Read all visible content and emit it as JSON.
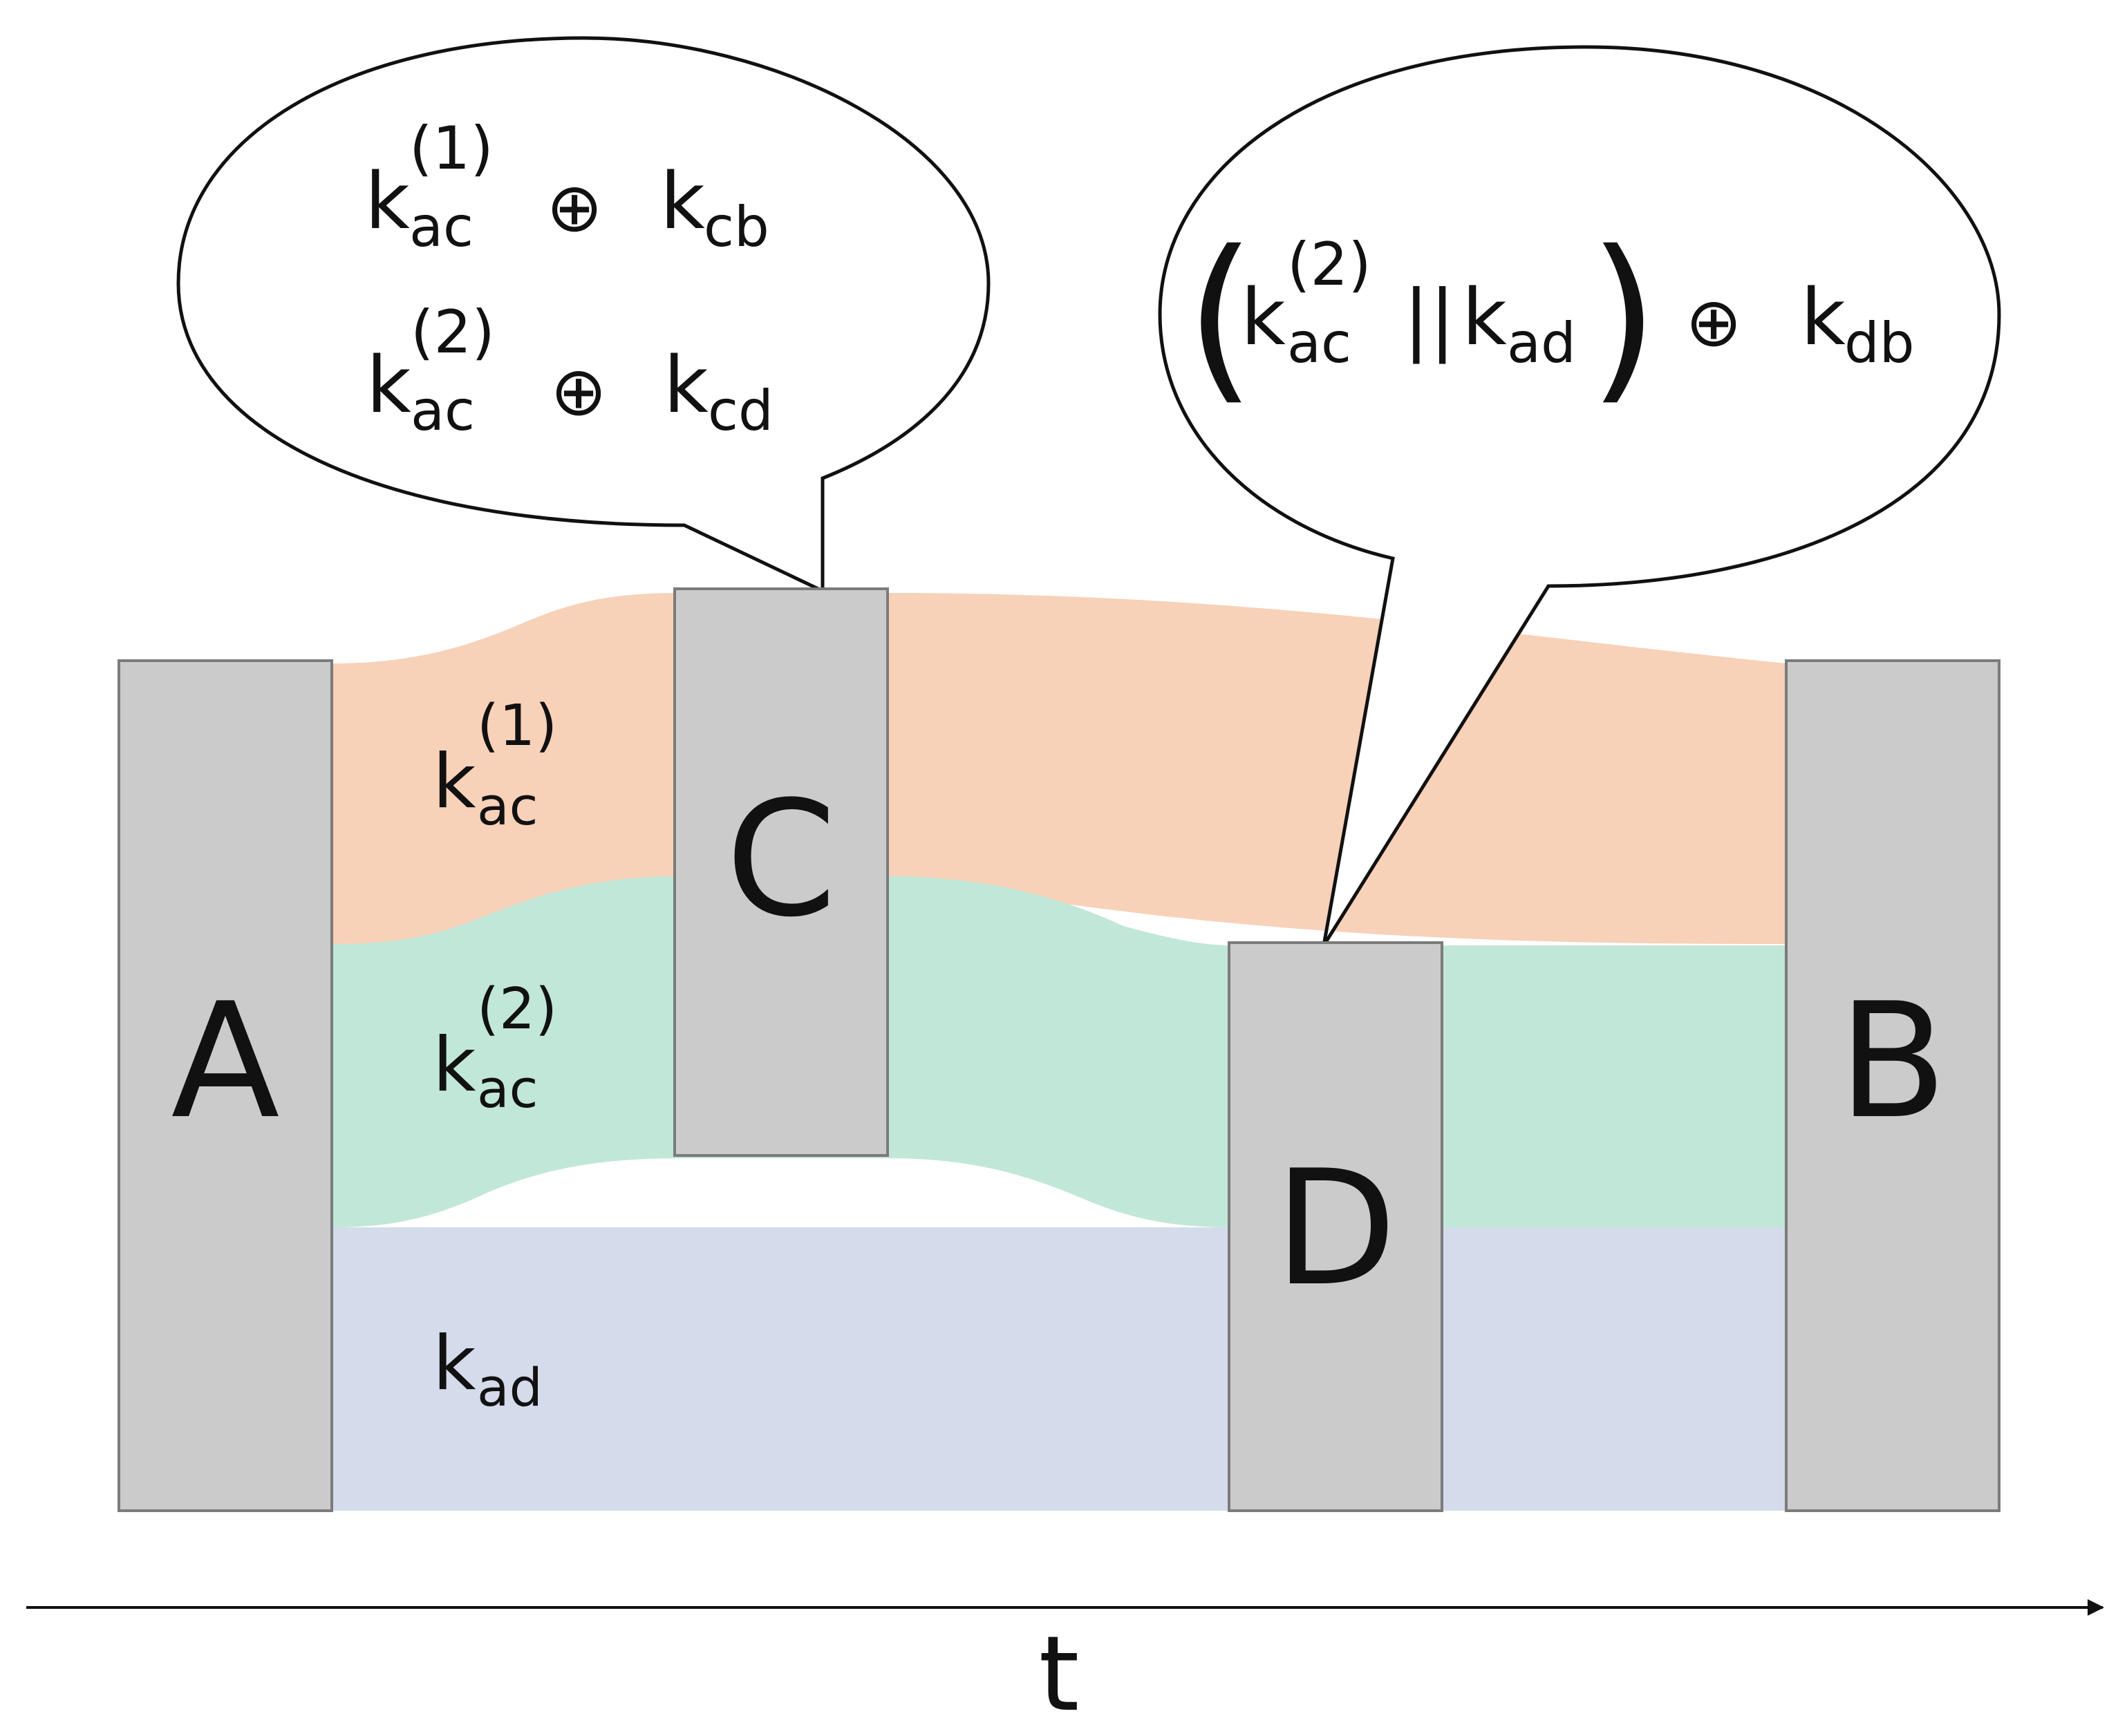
{
  "nodes": {
    "A": "A",
    "B": "B",
    "C": "C",
    "D": "D"
  },
  "keys": {
    "kac1": {
      "base": "k",
      "subscript": "ac",
      "superscript": "(1)"
    },
    "kac2": {
      "base": "k",
      "subscript": "ac",
      "superscript": "(2)"
    },
    "kad": {
      "base": "k",
      "subscript": "ad"
    }
  },
  "callout_left": {
    "line1": {
      "left": {
        "base": "k",
        "subscript": "ac",
        "superscript": "(1)"
      },
      "operator": "⊕",
      "right": {
        "base": "k",
        "subscript": "cb"
      }
    },
    "line2": {
      "left": {
        "base": "k",
        "subscript": "ac",
        "superscript": "(2)"
      },
      "operator": "⊕",
      "right": {
        "base": "k",
        "subscript": "cd"
      }
    }
  },
  "callout_right": {
    "open_paren": "(",
    "left": {
      "base": "k",
      "subscript": "ac",
      "superscript": "(2)"
    },
    "concat": "||",
    "middle": {
      "base": "k",
      "subscript": "ad"
    },
    "close_paren": ")",
    "operator": "⊕",
    "right": {
      "base": "k",
      "subscript": "db"
    }
  },
  "axis": {
    "label": "t"
  },
  "colors": {
    "orange_band": "#f8d1b9",
    "green_band": "#c1e7d8",
    "blue_band": "#d4dbeb",
    "node_fill": "#cbcbcb",
    "node_stroke": "#7b7b7b",
    "line": "#111111",
    "background": "#ffffff"
  }
}
